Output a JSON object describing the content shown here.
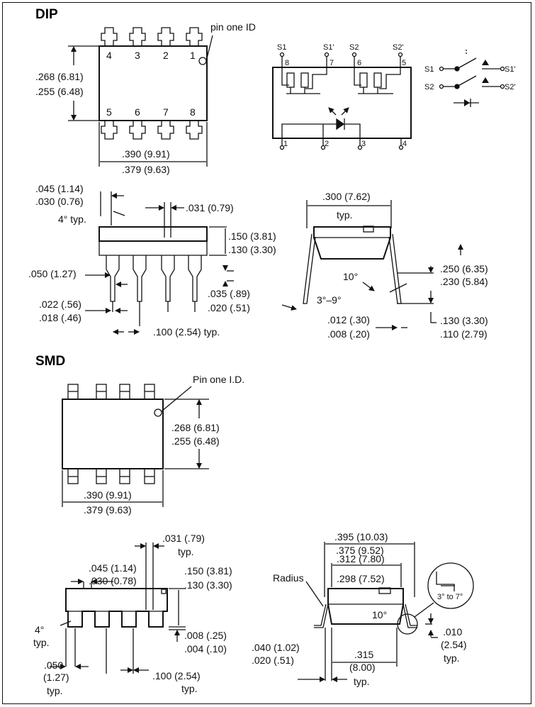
{
  "sections": {
    "dip_heading": "DIP",
    "smd_heading": "SMD"
  },
  "dip": {
    "pin_one_id": "pin one ID",
    "top_pins": [
      "4",
      "3",
      "2",
      "1"
    ],
    "bottom_pins": [
      "5",
      "6",
      "7",
      "8"
    ],
    "height_max": ".268 (6.81)",
    "height_min": ".255 (6.48)",
    "width_max": ".390 (9.91)",
    "width_min": ".379 (9.63)",
    "side": {
      "dim_045": ".045 (1.14)",
      "dim_030": ".030 (0.76)",
      "angle_4": "4° typ.",
      "dim_031": ".031 (0.79)",
      "dim_150": ".150 (3.81)",
      "dim_130": ".130 (3.30)",
      "dim_050": ".050 (1.27)",
      "dim_035": ".035 (.89)",
      "dim_020": ".020 (.51)",
      "dim_022": ".022 (.56)",
      "dim_018": ".018 (.46)",
      "dim_100": ".100 (2.54) typ."
    },
    "end": {
      "dim_300": ".300 (7.62)",
      "typ": "typ.",
      "angle_10": "10°",
      "angle_3_9": "3°–9°",
      "dim_250": ".250 (6.35)",
      "dim_230": ".230 (5.84)",
      "dim_012": ".012 (.30)",
      "dim_008": ".008 (.20)",
      "dim_130": ".130 (3.30)",
      "dim_110": ".110 (2.79)"
    }
  },
  "schematic": {
    "top_labels": [
      "S1",
      "S1'",
      "S2",
      "S2'"
    ],
    "top_pins": [
      "8",
      "7",
      "6",
      "5"
    ],
    "bottom_pins": [
      "1",
      "2",
      "3",
      "4"
    ],
    "switch_s1": "S1",
    "switch_s1p": "S1'",
    "switch_s2": "S2",
    "switch_s2p": "S2'"
  },
  "smd": {
    "pin_one_id": "Pin one I.D.",
    "height_max": ".268 (6.81)",
    "height_min": ".255 (6.48)",
    "width_max": ".390 (9.91)",
    "width_min": ".379 (9.63)",
    "side": {
      "dim_031": ".031 (.79)",
      "typ_031": "typ.",
      "dim_045": ".045 (1.14)",
      "dim_030": ".030 (0.78)",
      "dim_150": ".150 (3.81)",
      "dim_130": ".130 (3.30)",
      "angle_4": "4°",
      "angle_4_typ": "typ.",
      "dim_008": ".008 (.25)",
      "dim_004": ".004 (.10)",
      "dim_050": ".050",
      "dim_050_mm": "(1.27)",
      "dim_050_typ": "typ.",
      "dim_100": ".100 (2.54)",
      "dim_100_typ": "typ."
    },
    "end": {
      "dim_395": ".395 (10.03)",
      "dim_375": ".375 (9.52)",
      "dim_312": ".312 (7.80)",
      "dim_298": ".298 (7.52)",
      "radius": "Radius",
      "angle_3_7": "3° to 7°",
      "angle_10": "10°",
      "dim_040": ".040 (1.02)",
      "dim_020": ".020 (.51)",
      "dim_315": ".315",
      "dim_315_mm": "(8.00)",
      "dim_315_typ": "typ.",
      "dim_010": ".010",
      "dim_010_mm": "(2.54)",
      "dim_010_typ": "typ."
    }
  }
}
